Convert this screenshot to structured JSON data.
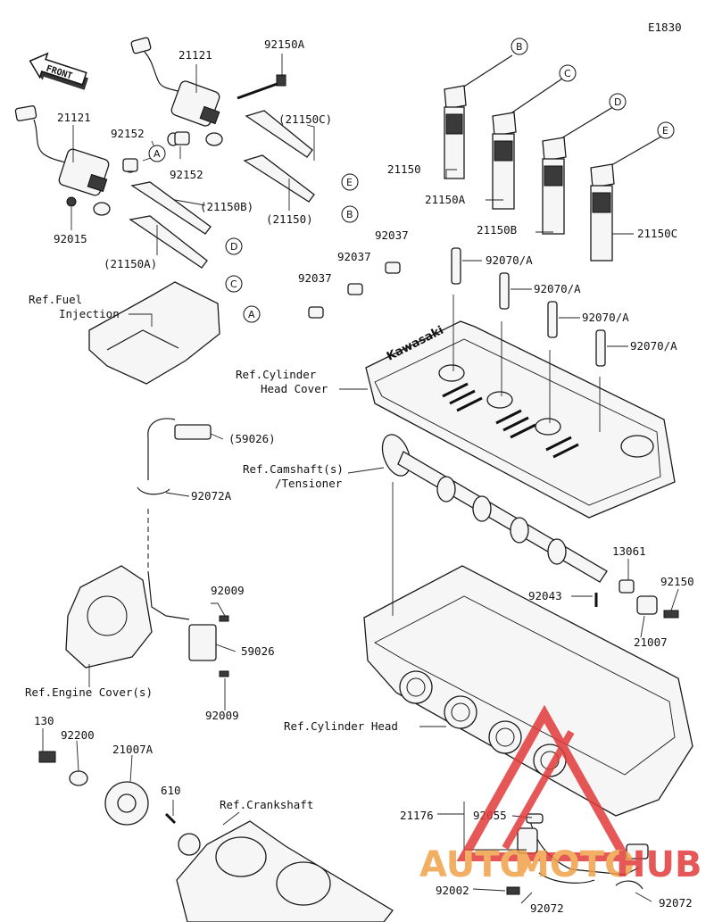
{
  "diagram_code": "E1830",
  "front_label": "FRONT",
  "callouts": {
    "a": "A",
    "b": "B",
    "c": "C",
    "d": "D",
    "e": "E"
  },
  "parts": {
    "p21121_top": "21121",
    "p21121_left": "21121",
    "p92150A": "92150A",
    "p21150C_paren": "(21150C)",
    "p92152_a": "92152",
    "p92152_b": "92152",
    "p21150B_paren": "(21150B)",
    "p21150_paren": "(21150)",
    "p92015": "92015",
    "p21150A_paren": "(21150A)",
    "p21150": "21150",
    "p21150A": "21150A",
    "p21150B": "21150B",
    "p21150C": "21150C",
    "p92037_a": "92037",
    "p92037_b": "92037",
    "p92037_c": "92037",
    "p92070A_1": "92070/A",
    "p92070A_2": "92070/A",
    "p92070A_3": "92070/A",
    "p92070A_4": "92070/A",
    "p59026_paren": "(59026)",
    "p92072A": "92072A",
    "p92009_a": "92009",
    "p59026": "59026",
    "p92009_b": "92009",
    "p13061": "13061",
    "p92150": "92150",
    "p92043": "92043",
    "p21007": "21007",
    "p130": "130",
    "p92200": "92200",
    "p21007A": "21007A",
    "p610": "610",
    "p21176": "21176",
    "p92055": "92055",
    "p92002": "92002",
    "p92072_a": "92072",
    "p92072_b": "92072"
  },
  "references": {
    "fuel_injection_1": "Ref.Fuel",
    "fuel_injection_2": "Injection",
    "cyl_head_cover_1": "Ref.Cylinder",
    "cyl_head_cover_2": "Head Cover",
    "camshaft_1": "Ref.Camshaft(s)",
    "camshaft_2": "/Tensioner",
    "engine_cover": "Ref.Engine Cover(s)",
    "cylinder_head": "Ref.Cylinder Head",
    "crankshaft": "Ref.Crankshaft"
  },
  "cover_brand": "Kawasaki",
  "watermark": {
    "part1": "AUTO",
    "part2": "MOTO",
    "part3": "HUB",
    "color_orange": "#f0a24a",
    "color_red": "#e23b3b"
  }
}
